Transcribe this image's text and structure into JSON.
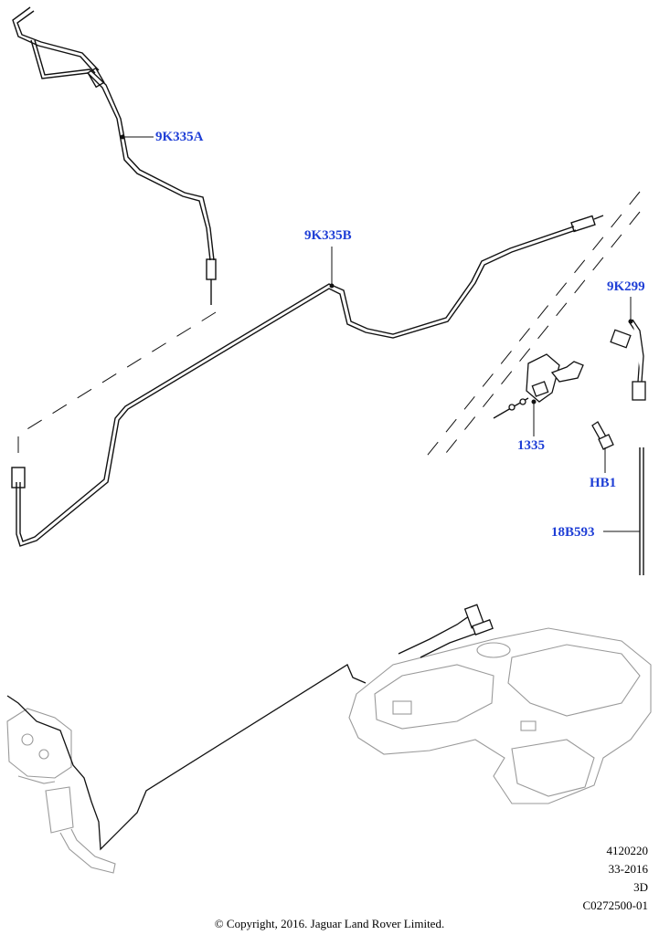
{
  "callouts": {
    "c1": "9K335A",
    "c2": "9K335B",
    "c3": "9K299",
    "c4": "1335",
    "c5": "HB1",
    "c6": "18B593"
  },
  "illustration_meta": {
    "line1": "4120220",
    "line2": "33-2016",
    "line3": "3D",
    "line4": "C0272500-01"
  },
  "copyright": "© Copyright, 2016. Jaguar Land Rover Limited.",
  "colors": {
    "callout": "#1f3fd6",
    "line": "#111111",
    "ghost": "#9a9a9a"
  }
}
